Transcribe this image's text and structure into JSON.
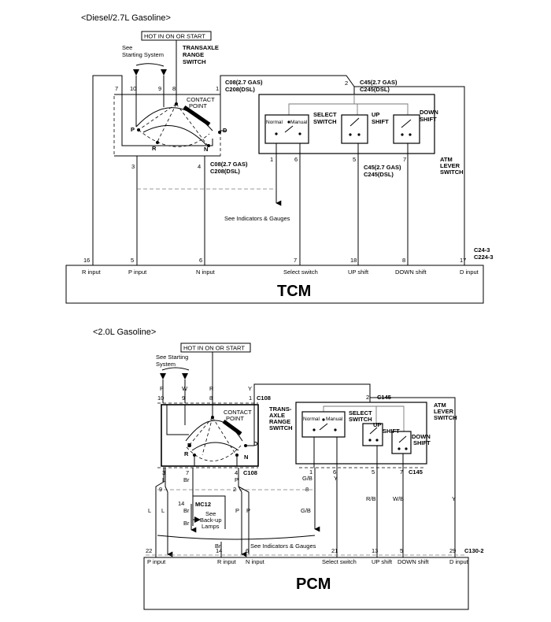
{
  "diesel": {
    "title": "<Diesel/2.7L Gasoline>",
    "hot_label": "HOT IN ON OR START",
    "see_starting": [
      "See",
      "Starting System"
    ],
    "trs_label": [
      "TRANSAXLE",
      "RANGE",
      "SWITCH"
    ],
    "contact_point": [
      "CONTACT",
      "POINT"
    ],
    "conn_top": [
      "C08(2.7 GAS)",
      "C208(DSL)"
    ],
    "conn_bottom": [
      "C08(2.7 GAS)",
      "C208(DSL)"
    ],
    "conn_atm_top": [
      "C45(2.7 GAS)",
      "C245(DSL)"
    ],
    "conn_atm_bottom": [
      "C45(2.7 GAS)",
      "C245(DSL)"
    ],
    "pins_top": [
      "7",
      "10",
      "9",
      "8",
      "1"
    ],
    "pins_bottom": [
      "3",
      "4"
    ],
    "pos": [
      "P",
      "R",
      "N",
      "D"
    ],
    "select_switch": [
      "SELECT",
      "SWITCH"
    ],
    "normal": "Normal",
    "manual": "Manual",
    "up_shift": [
      "UP",
      "SHIFT"
    ],
    "down_shift": [
      "DOWN",
      "SHIFT"
    ],
    "atm_label": [
      "ATM",
      "LEVER",
      "SWITCH"
    ],
    "atm_pins_top": [
      "2"
    ],
    "atm_pins_bottom": [
      "1",
      "6",
      "5",
      "7"
    ],
    "see_indicators": "See Indicators & Gauges",
    "tcm_conn": [
      "C24-3",
      "C224-3"
    ],
    "tcm_pins": [
      "16",
      "5",
      "6",
      "7",
      "18",
      "8",
      "17"
    ],
    "tcm_inputs": [
      "R input",
      "P input",
      "N input",
      "Select switch",
      "UP shift",
      "DOWN shift",
      "D input"
    ],
    "module": "TCM"
  },
  "gas20": {
    "title": "<2.0L Gasoline>",
    "hot_label": "HOT IN ON OR START",
    "see_starting": [
      "See Starting",
      "System"
    ],
    "wire_top": [
      "P",
      "W",
      "R",
      "Y"
    ],
    "pins_top": [
      "10",
      "9",
      "8",
      "1"
    ],
    "c108": "C108",
    "trs_label": [
      "TRANS-",
      "AXLE",
      "RANGE",
      "SWITCH"
    ],
    "contact_point": [
      "CONTACT",
      "POINT"
    ],
    "pos": [
      "P",
      "R",
      "N",
      "D"
    ],
    "pins_bottom": [
      "3",
      "7",
      "4"
    ],
    "wire_bottom": [
      "L",
      "Br",
      "P"
    ],
    "pins_mid": [
      "9",
      "2",
      "8"
    ],
    "mc12_pin": "14",
    "mc12": "MC12",
    "backup": [
      "See",
      "Back-up",
      "Lamps"
    ],
    "wire_mid": [
      "L",
      "L",
      "Br",
      "Br",
      "P",
      "P",
      "G/B"
    ],
    "br_bottom": "Br",
    "c145": "C145",
    "atm_pins_top": [
      "2"
    ],
    "select_switch": [
      "SELECT",
      "SWITCH"
    ],
    "normal": "Normal",
    "manual": "Manual",
    "up_shift": [
      "UP",
      "SHIFT"
    ],
    "down_shift": [
      "DOWN",
      "SHIFT"
    ],
    "atm_label": [
      "ATM",
      "LEVER",
      "SWITCH"
    ],
    "atm_pins_bottom": [
      "1",
      "6",
      "5",
      "7"
    ],
    "atm_wire": [
      "G/B",
      "Y"
    ],
    "c145_bottom": "C145",
    "wire_long": [
      "R/B",
      "W/B",
      "Y"
    ],
    "see_indicators": "See Indicators & Gauges",
    "pcm_conn": "C130-2",
    "pcm_pins": [
      "22",
      "14",
      "6",
      "21",
      "13",
      "5",
      "29"
    ],
    "pcm_inputs": [
      "P input",
      "R input",
      "N input",
      "Select switch",
      "UP shift",
      "DOWN shift",
      "D input"
    ],
    "module": "PCM"
  }
}
